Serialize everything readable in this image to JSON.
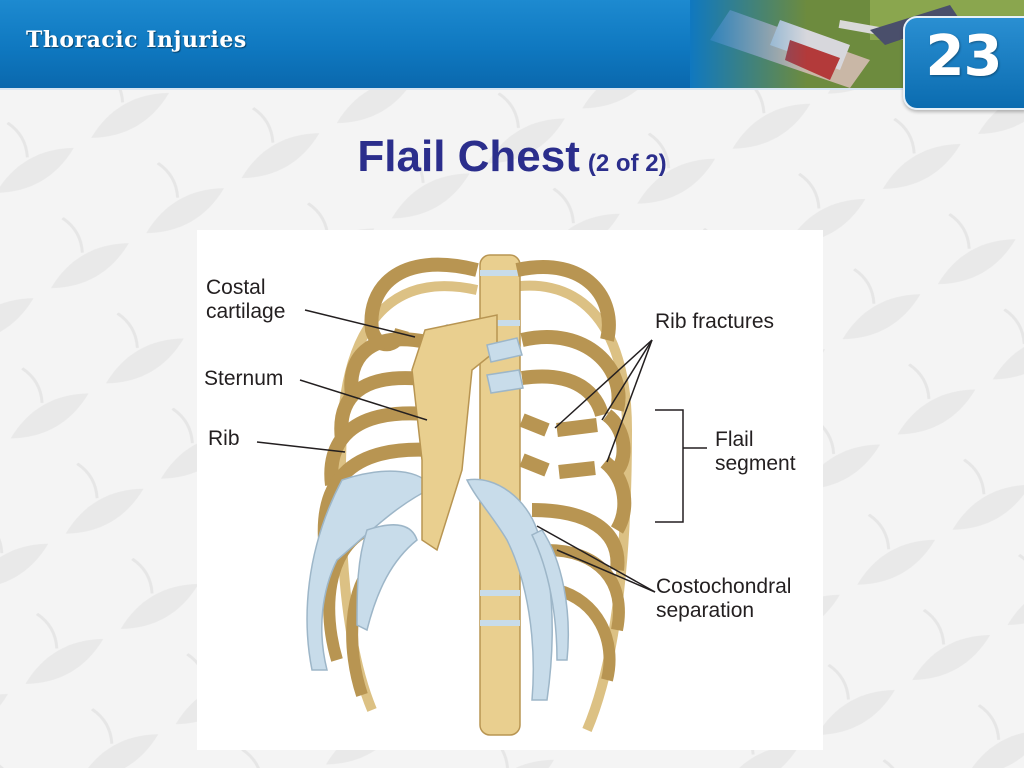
{
  "header": {
    "chapter_title": "Thoracic Injuries",
    "chapter_number": "23"
  },
  "slide": {
    "title": "Flail Chest",
    "subtitle": "(2 of 2)"
  },
  "diagram": {
    "labels": {
      "costal_cartilage_line1": "Costal",
      "costal_cartilage_line2": "cartilage",
      "sternum": "Sternum",
      "rib": "Rib",
      "rib_fractures": "Rib fractures",
      "flail_segment_line1": "Flail",
      "flail_segment_line2": "segment",
      "costochondral_line1": "Costochondral",
      "costochondral_line2": "separation"
    }
  },
  "colors": {
    "header_blue": "#0f78c0",
    "title_navy": "#2b2e8c",
    "bone": "#e9cf8f",
    "bone_outline": "#b89552",
    "cartilage": "#c8dcea"
  }
}
